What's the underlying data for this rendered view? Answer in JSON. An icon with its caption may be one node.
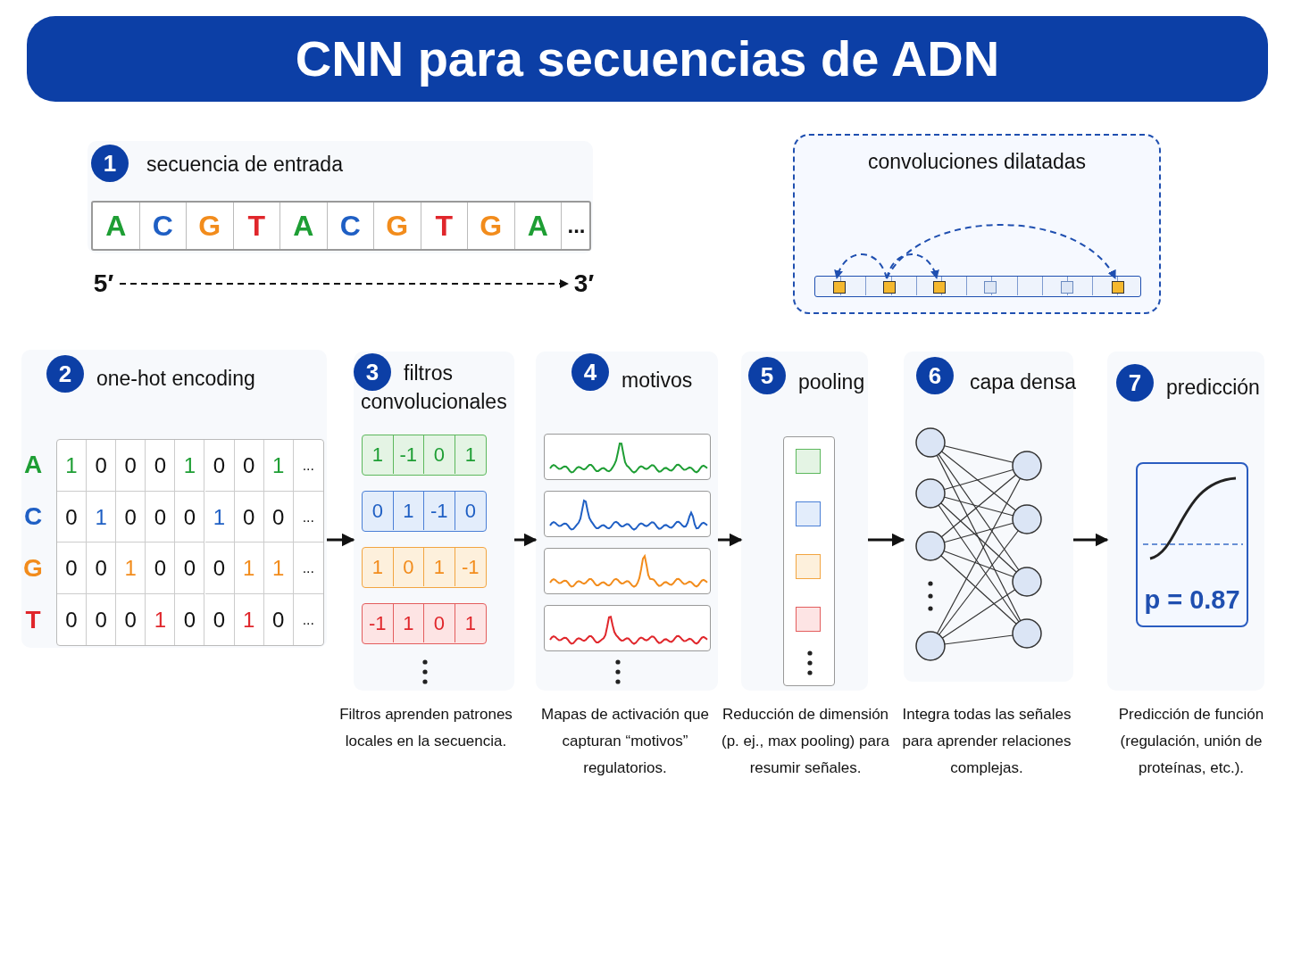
{
  "diagram": {
    "title": "CNN para secuencias de ADN",
    "nodes": [
      {
        "text": [
          "1",
          "secuencia de entrada",
          "A",
          "C",
          "G",
          "T",
          "A",
          "C",
          "G",
          "T",
          "G",
          "A",
          "..."
        ]
      },
      {
        "text": [
          "5′"
        ]
      },
      {
        "text": [
          "3′"
        ]
      },
      {
        "text": [
          "convoluciones dilatadas"
        ]
      },
      {
        "text": [],
        "shape": "bar",
        "in": 3
      },
      {
        "text": [],
        "shape": "box",
        "in": 4
      },
      {
        "text": [],
        "shape": "box",
        "in": 4
      },
      {
        "text": [],
        "shape": "box",
        "in": 4
      },
      {
        "text": [],
        "shape": "box",
        "in": 4
      },
      {
        "text": [],
        "shape": "box",
        "in": 4
      },
      {
        "text": [],
        "shape": "box",
        "in": 4
      },
      {
        "text": [
          "2",
          "one-hot encoding",
          "A",
          "1 0 0 0 1 0 0 1 ...",
          "C",
          "0 1 0 0 0 1 0 0 ...",
          "G",
          "0 0 1 0 0 0 1 1 ...",
          "T",
          "0 0 0 1 0 0 1 0 ..."
        ]
      },
      {
        "text": [
          "3",
          "filtros convolucionales"
        ],
        "beside": [
          "Filtros aprenden patrones locales en la secuencia."
        ]
      },
      {
        "text": [
          "1 -1 0 1"
        ],
        "in": 12
      },
      {
        "text": [
          "0 1 -1 0"
        ],
        "in": 12
      },
      {
        "text": [
          "1 0 1 -1"
        ],
        "in": 12
      },
      {
        "text": [
          "-1 1 0 1"
        ],
        "in": 12
      },
      {
        "text": [
          "4",
          "motivos"
        ],
        "beside": [
          "Mapas de activación que capturan “motivos” regulatorios."
        ]
      },
      {
        "text": [],
        "shape": "picture",
        "in": 17
      },
      {
        "text": [],
        "shape": "picture",
        "in": 17
      },
      {
        "text": [],
        "shape": "picture",
        "in": 17
      },
      {
        "text": [],
        "shape": "picture",
        "in": 17
      },
      {
        "text": [
          "5",
          "pooling"
        ],
        "beside": [
          "Reducción de dimensión (p. ej., max pooling) para resumir señales."
        ]
      },
      {
        "text": [],
        "shape": "box",
        "in": 22
      },
      {
        "text": [],
        "shape": "box",
        "in": 22
      },
      {
        "text": [],
        "shape": "box",
        "in": 22
      },
      {
        "text": [],
        "shape": "box",
        "in": 22
      },
      {
        "text": [
          "6",
          "capa densa"
        ],
        "beside": [
          "Integra todas las señales para aprender relaciones complejas."
        ]
      },
      {
        "text": [
          "7",
          "predicción",
          "p = 0.87"
        ],
        "beside": [
          "Predicción de función (regulación, unión de proteínas, etc.)."
        ]
      }
    ],
    "edges": [
      {
        "from": 1,
        "to": 2,
        "arrow": "to",
        "style": "dashed"
      },
      {
        "from": 6,
        "to": 5,
        "arrow": "to",
        "style": "dashed",
        "color": "#1f4fb0"
      },
      {
        "from": 6,
        "to": 7,
        "arrow": "to",
        "style": "dashed",
        "color": "#1f4fb0"
      },
      {
        "from": 6,
        "to": 10,
        "arrow": "to",
        "style": "dashed",
        "color": "#1f4fb0"
      },
      {
        "from": 11,
        "to": 12,
        "arrow": "to"
      },
      {
        "from": 12,
        "to": 17,
        "arrow": "to"
      },
      {
        "from": 17,
        "to": 22,
        "arrow": "to"
      },
      {
        "from": 22,
        "to": 27,
        "arrow": "to"
      },
      {
        "from": 27,
        "to": 28,
        "arrow": "to"
      }
    ]
  }
}
